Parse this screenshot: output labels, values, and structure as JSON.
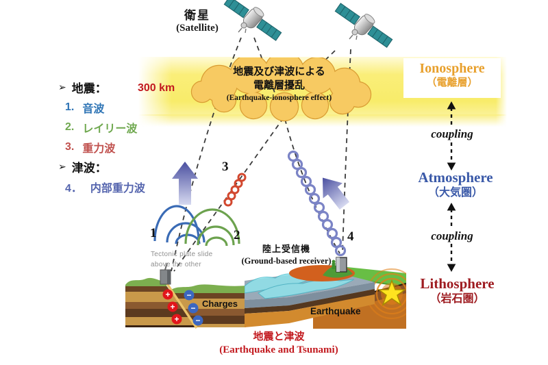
{
  "colors": {
    "band_yellow": "#F8EC6A",
    "cloud_fill": "#F7CA62",
    "cloud_stroke": "#D99C33",
    "ionosphere_text": "#E8A02C",
    "atmosphere_text": "#3A59A8",
    "lithosphere_text": "#9E1B20",
    "red_label": "#C2191E",
    "wave1_blue": "#2E74B5",
    "wave2_green": "#6FA84F",
    "wave3_red": "#C0504D",
    "wave4_violet": "#5565AE",
    "satellite_panel_teal": "#2E8F96",
    "arrow_blue": "#4A4FA0"
  },
  "top": {
    "satellite_jp": "衛星",
    "satellite_en": "(Satellite)"
  },
  "altitude": "300 km",
  "cloud": {
    "jp1": "地震及び津波による",
    "jp2": "電離層擾乱",
    "en": "(Earthquake-ionosphere effect)"
  },
  "legend": {
    "bullet": "➢",
    "earthquake_header": "地震：",
    "items": [
      {
        "num": "1.",
        "label": "音波"
      },
      {
        "num": "2.",
        "label": "レイリー波"
      },
      {
        "num": "3.",
        "label": "重力波"
      }
    ],
    "tsunami_header": "津波：",
    "item4": {
      "num": "4．",
      "label": "内部重力波"
    }
  },
  "spheres": {
    "ionosphere_en": "Ionosphere",
    "ionosphere_jp": "（電離層）",
    "coupling": "coupling",
    "atmosphere_en": "Atmosphere",
    "atmosphere_jp": "（大気圏）",
    "lithosphere_en": "Lithosphere",
    "lithosphere_jp": "（岩石圏）"
  },
  "wave_numbers": {
    "one": "1",
    "two": "2",
    "three": "3",
    "four": "4"
  },
  "left_panel": {
    "note1": "Tectonic plate slide",
    "note2": "above the other",
    "charges": "Charges",
    "plus": "+",
    "minus": "−"
  },
  "right_panel": {
    "receiver_jp": "陸上受信機",
    "receiver_en": "(Ground-based receiver)",
    "earthquake": "Earthquake"
  },
  "caption": {
    "jp": "地震と津波",
    "en": "(Earthquake and Tsunami)"
  }
}
